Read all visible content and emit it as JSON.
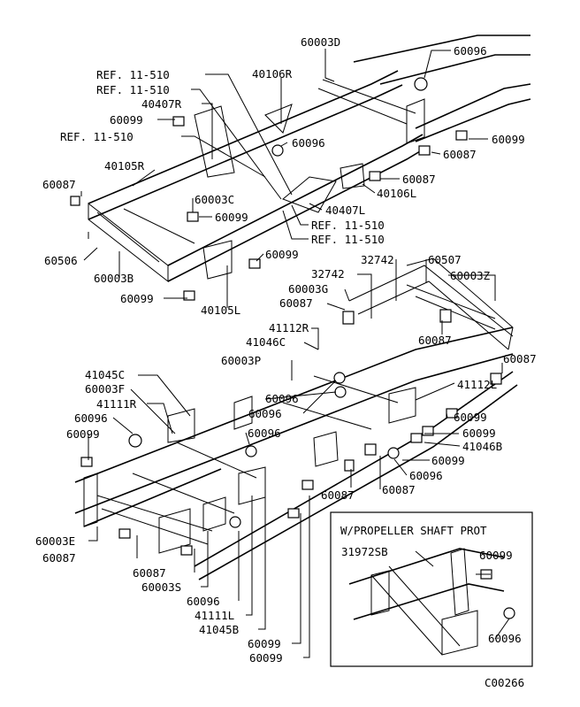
{
  "diagram_code": "C00266",
  "inset": {
    "title": "W/PROPELLER SHAFT PROT",
    "labels": [
      "31972SB",
      "60099",
      "60096"
    ]
  },
  "callouts": [
    "60003D",
    "60096",
    "REF. 11-510",
    "40106R",
    "REF. 11-510",
    "40407R",
    "60099",
    "REF. 11-510",
    "60096",
    "60099",
    "60087",
    "40105R",
    "60087",
    "40106L",
    "60087",
    "60003C",
    "40407L",
    "60099",
    "REF. 11-510",
    "REF. 11-510",
    "60506",
    "60099",
    "60003B",
    "32742",
    "60507",
    "32742",
    "60003Z",
    "60099",
    "40105L",
    "60003G",
    "60087",
    "41112R",
    "60087",
    "41046C",
    "60003P",
    "60087",
    "41045C",
    "41112L",
    "60003F",
    "60096",
    "41111R",
    "60096",
    "60099",
    "60096",
    "60099",
    "60099",
    "41046B",
    "60096",
    "60099",
    "60096",
    "60087",
    "60087",
    "60003E",
    "60087",
    "60087",
    "60003S",
    "60096",
    "41111L",
    "41045B",
    "60099",
    "60099"
  ]
}
